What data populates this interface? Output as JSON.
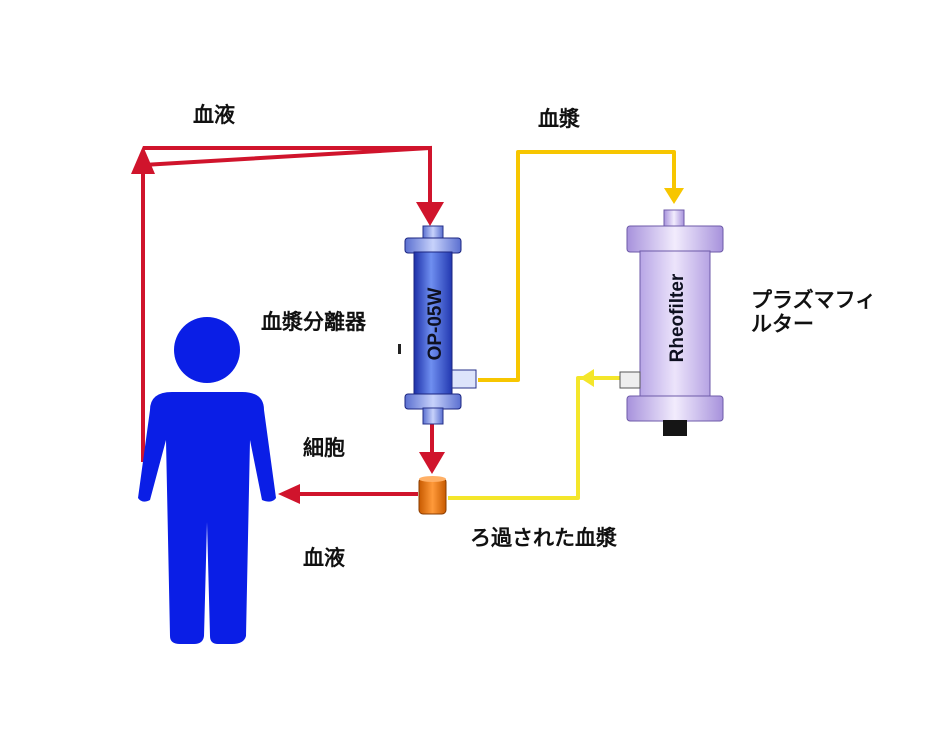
{
  "labels": {
    "blood_top": "血液",
    "plasma_top": "血漿",
    "plasma_separator": "血漿分離器",
    "plasma_filter_line1": "プラズマフィ",
    "plasma_filter_line2": "ルター",
    "cells": "細胞",
    "filtered_plasma": "ろ過された血漿",
    "blood_bottom": "血液"
  },
  "devices": {
    "separator_model": "OP-05W",
    "filter_model": "Rheofilter"
  },
  "colors": {
    "blood_line": "#d0142c",
    "plasma_line": "#f7c600",
    "filtered_plasma_line": "#f4e62a",
    "person": "#0a1ee6",
    "separator_body": "#3a5fd8",
    "filter_body": "#d7c9f3",
    "collector": "#e8720c"
  }
}
